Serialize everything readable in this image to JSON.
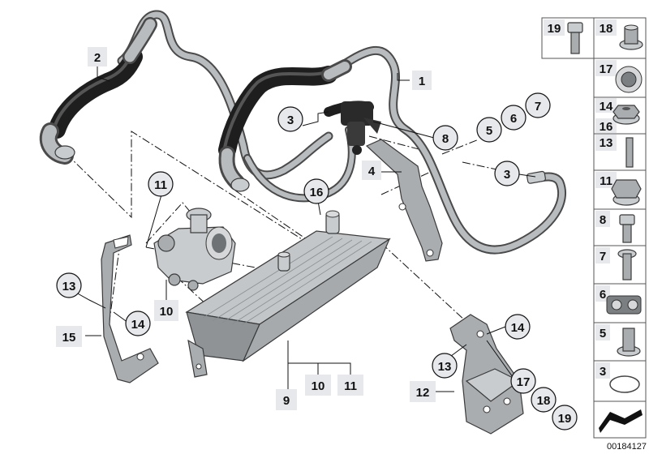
{
  "callouts": {
    "c1": "1",
    "c2": "2",
    "c3a": "3",
    "c3b": "3",
    "c4": "4",
    "c5": "5",
    "c6": "6",
    "c7": "7",
    "c8": "8",
    "c9": "9",
    "c10a": "10",
    "c10b": "10",
    "c11a": "11",
    "c11b": "11",
    "c12": "12",
    "c13a": "13",
    "c13b": "13",
    "c14a": "14",
    "c14b": "14",
    "c15": "15",
    "c16": "16",
    "c17": "17",
    "c18": "18",
    "c19": "19"
  },
  "side_panel": {
    "cells": {
      "p19": "19",
      "p18": "18",
      "p17": "17",
      "p14": "14",
      "p16": "16",
      "p13": "13",
      "p11": "11",
      "p8": "8",
      "p7": "7",
      "p6": "6",
      "p5": "5",
      "p3": "3"
    }
  },
  "document_id": "00184127",
  "colors": {
    "badge": "#e6e8ec",
    "metal": "#a9adb0",
    "hose": "#1e1e1e"
  }
}
